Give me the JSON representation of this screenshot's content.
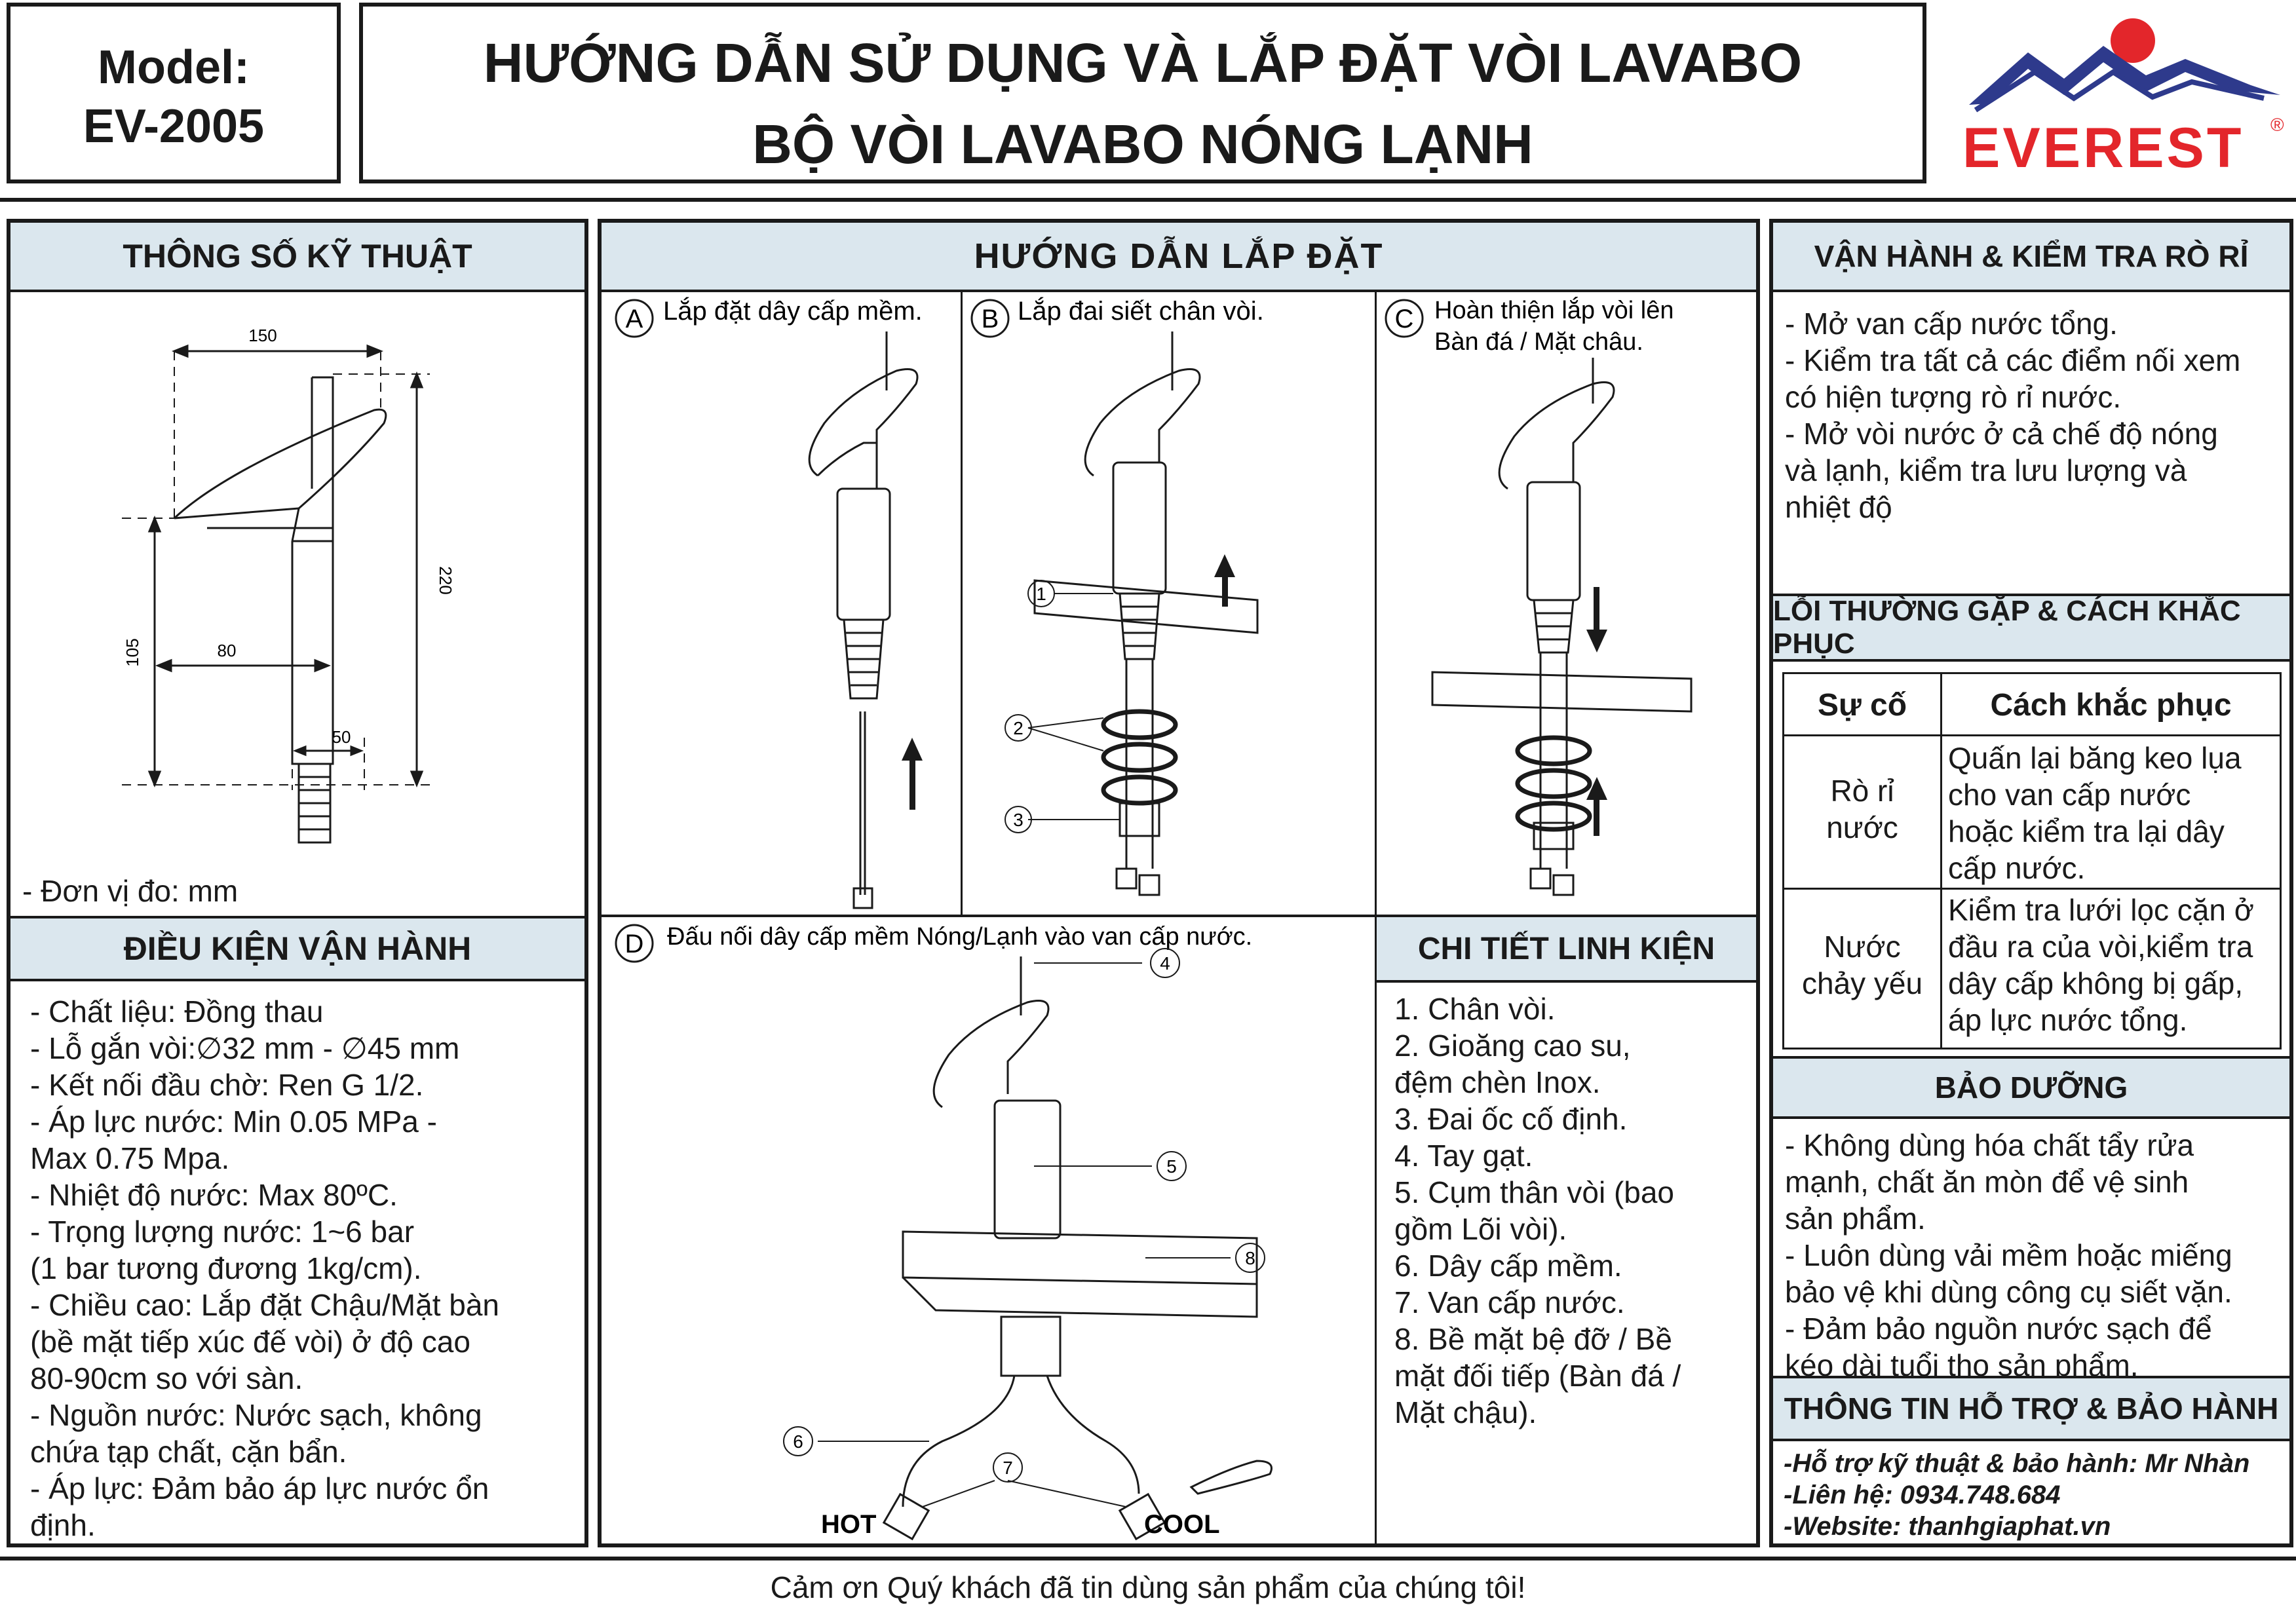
{
  "header": {
    "model_label": "Model:",
    "model_value": "EV-2005",
    "title_line1": "HƯỚNG DẪN SỬ DỤNG VÀ LẮP ĐẶT VÒI LAVABO",
    "title_line2": "BỘ VÒI LAVABO NÓNG LẠNH",
    "brand": "EVEREST",
    "registered": "®"
  },
  "specs": {
    "title": "THÔNG SỐ KỸ THUẬT",
    "dims": {
      "width": "150",
      "height": "220",
      "spout_height": "105",
      "reach": "80",
      "base": "50"
    },
    "unit_note": "- Đơn vị đo: mm"
  },
  "conditions": {
    "title": "ĐIỀU KIỆN VẬN HÀNH",
    "text": "- Chất liệu: Đồng thau\n- Lỗ gắn vòi:∅32 mm - ∅45 mm\n- Kết nối đầu chờ: Ren G 1/2.\n- Áp lực nước: Min 0.05 MPa -\nMax 0.75 Mpa.\n- Nhiệt độ nước: Max 80ºC.\n- Trọng lượng nước: 1~6 bar\n(1 bar tương đương 1kg/cm).\n- Chiều cao: Lắp đặt Chậu/Mặt bàn\n(bề mặt tiếp xúc đế vòi) ở độ cao\n80-90cm so với sàn.\n- Nguồn nước: Nước sạch, không\nchứa tạp chất, cặn bẩn.\n- Áp lực: Đảm bảo áp lực nước ổn\nđịnh."
  },
  "install": {
    "title": "HƯỚNG DẪN LẮP ĐẶT",
    "steps": [
      {
        "letter": "A",
        "text": "Lắp đặt dây cấp mềm."
      },
      {
        "letter": "B",
        "text": "Lắp đai siết chân vòi."
      },
      {
        "letter": "C",
        "text": "Hoàn thiện lắp vòi lên\nBàn đá / Mặt châu."
      },
      {
        "letter": "D",
        "text": "Đấu nối dây cấp mềm Nóng/Lạnh vào van cấp nước."
      }
    ],
    "callouts": [
      "1",
      "2",
      "3",
      "4",
      "5",
      "6",
      "7",
      "8"
    ],
    "hot_label": "HOT",
    "cool_label": "COOL"
  },
  "parts": {
    "title": "CHI TIẾT LINH KIỆN",
    "text": "1. Chân vòi.\n2. Gioăng cao su,\nđệm chèn Inox.\n3. Đai ốc cố định.\n4. Tay gạt.\n5. Cụm thân vòi (bao\ngồm Lõi vòi).\n6. Dây cấp mềm.\n7. Van cấp nước.\n8. Bề mặt bệ đỡ / Bề\nmặt đối tiếp (Bàn đá /\nMặt chậu)."
  },
  "operation": {
    "title": "VẬN HÀNH & KIỂM TRA RÒ RỈ",
    "text": "- Mở van cấp nước tổng.\n- Kiểm tra tất cả các điểm nối xem\ncó hiện tượng rò rỉ nước.\n- Mở vòi nước ở cả chế độ nóng\nvà lạnh, kiểm tra lưu lượng và\nnhiệt độ"
  },
  "troubleshoot": {
    "title": "LỖI THƯỜNG GẶP & CÁCH KHẮC PHỤC",
    "col1": "Sự cố",
    "col2": "Cách khắc phục",
    "rows": [
      {
        "issue": "Rò rỉ\nnước",
        "fix": "Quấn lại băng keo lụa\ncho van cấp nước\nhoặc kiểm tra lại dây\ncấp nước."
      },
      {
        "issue": "Nước\nchảy yếu",
        "fix": "Kiểm tra lưới lọc cặn ở\nđầu ra của vòi,kiểm tra\ndây cấp không bị gấp,\náp lực nước tổng."
      }
    ]
  },
  "maintenance": {
    "title": "BẢO DƯỠNG",
    "text": "- Không dùng hóa chất tẩy rửa\nmạnh, chất ăn mòn để vệ sinh\nsản phẩm.\n- Luôn dùng vải mềm hoặc miếng\nbảo vệ khi dùng công cụ siết vặn.\n- Đảm bảo nguồn nước sạch để\nkéo dài tuổi thọ sản phẩm."
  },
  "support": {
    "title": "THÔNG TIN HỖ TRỢ & BẢO HÀNH",
    "line1": "-Hỗ trợ kỹ thuật & bảo hành: Mr Nhàn",
    "line2": "-Liên hệ: 0934.748.684",
    "line3": "-Website: thanhgiaphat.vn"
  },
  "footer": {
    "thanks": "Cảm ơn Quý khách đã tin dùng sản phẩm của chúng tôi!"
  },
  "colors": {
    "header_fill": "#dbe7ee",
    "brand_red": "#e3262b",
    "brand_blue": "#2e3a8c",
    "ink": "#1a1a1a"
  }
}
